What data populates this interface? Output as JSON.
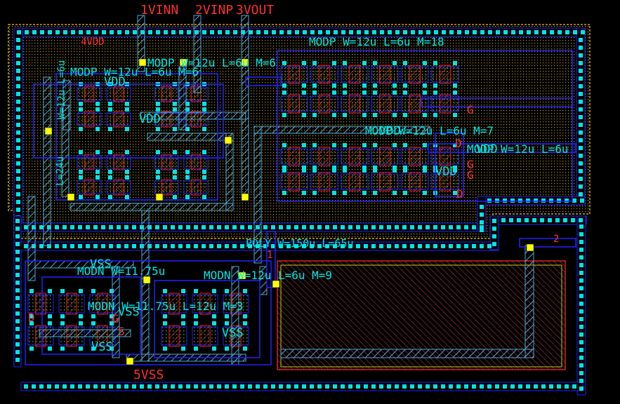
{
  "colors": {
    "background": "#000000",
    "metal1": "#2222ff",
    "metal2": "#4fa7d6",
    "contact": "#00e5e5",
    "poly": "#e02020",
    "nwell": "#c8a020",
    "via": "#ffff00",
    "pin_text": "#ff3030",
    "device_text": "#00e5e5"
  },
  "pins": {
    "vinn": "1VINN",
    "vinp": "2VINP",
    "vout": "3VOUT",
    "vss": "5VSS",
    "vdd_net": "4VDD",
    "node2": "2",
    "node1": "1"
  },
  "devices": {
    "modp_top": "MODP W=12u L=6u M=18",
    "modp_left": "MODP W=12u L=6u M=6",
    "modp_mid": "MODP W=12u L=6u M=6",
    "modp_right_a": "MODP W=12u L=6u M=7",
    "modp_right_b": "MODP W=12u L=6u",
    "modn_a": "MODN W=11.75u",
    "modn_b": "MODN W=12u L=6u M=9",
    "modn_c": "MODN W=11.75u L=12u M=3",
    "poly_cap": "POLY W=150u L=65u",
    "rotated_a": "W=12u L=6u",
    "rotated_b": "L=24u"
  },
  "nets": {
    "vdd": "VDD",
    "vss": "VSS",
    "d": "D",
    "g": "G",
    "s": "S"
  }
}
